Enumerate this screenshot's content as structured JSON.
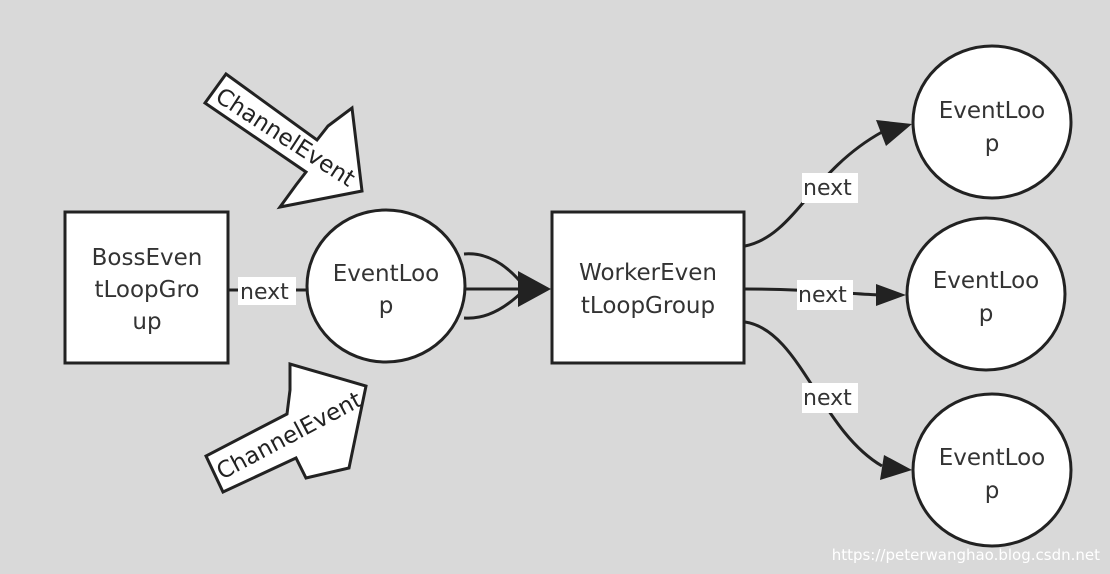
{
  "colors": {
    "background": "#d9d9d9",
    "node_fill": "#ffffff",
    "stroke": "#222222",
    "text": "#333333"
  },
  "nodes": {
    "boss_group": {
      "line1": "BossEven",
      "line2": "tLoopGro",
      "line3": "up"
    },
    "boss_loop": {
      "line1": "EventLoo",
      "line2": "p"
    },
    "worker_group": {
      "line1": "WorkerEven",
      "line2": "tLoopGroup"
    },
    "worker_loop_top": {
      "line1": "EventLoo",
      "line2": "p"
    },
    "worker_loop_mid": {
      "line1": "EventLoo",
      "line2": "p"
    },
    "worker_loop_bottom": {
      "line1": "EventLoo",
      "line2": "p"
    }
  },
  "edges": {
    "boss_next": "next",
    "worker_next_top": "next",
    "worker_next_mid": "next",
    "worker_next_bottom": "next"
  },
  "block_arrows": {
    "top": "ChannelEvent",
    "bottom": "ChannelEvent"
  },
  "watermark": "https://peterwanghao.blog.csdn.net"
}
